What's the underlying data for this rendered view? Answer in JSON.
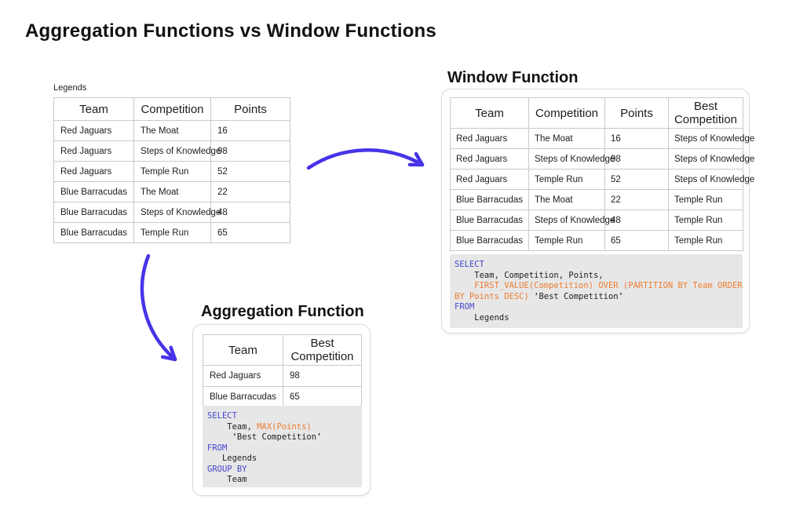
{
  "title": "Aggregation Functions vs Window Functions",
  "colors": {
    "arrow": "#4733e8",
    "sql_keyword": "#4646cf",
    "sql_function": "#ed7d31",
    "code_background": "#e7e7e7",
    "table_border": "#c9c9c9"
  },
  "legends_table": {
    "label": "Legends",
    "headers": [
      "Team",
      "Competition",
      "Points"
    ],
    "rows": [
      [
        "Red Jaguars",
        "The Moat",
        "16"
      ],
      [
        "Red Jaguars",
        "Steps of Knowledge",
        "98"
      ],
      [
        "Red Jaguars",
        "Temple Run",
        "52"
      ],
      [
        "Blue Barracudas",
        "The Moat",
        "22"
      ],
      [
        "Blue Barracudas",
        "Steps of Knowledge",
        "48"
      ],
      [
        "Blue Barracudas",
        "Temple Run",
        "65"
      ]
    ]
  },
  "window_function": {
    "heading": "Window Function",
    "headers": [
      "Team",
      "Competition",
      "Points",
      "Best Competition"
    ],
    "rows": [
      [
        "Red Jaguars",
        "The Moat",
        "16",
        "Steps of Knowledge"
      ],
      [
        "Red Jaguars",
        "Steps of Knowledge",
        "98",
        "Steps of Knowledge"
      ],
      [
        "Red Jaguars",
        "Temple Run",
        "52",
        "Steps of Knowledge"
      ],
      [
        "Blue Barracudas",
        "The Moat",
        "22",
        "Temple Run"
      ],
      [
        "Blue Barracudas",
        "Steps of Knowledge",
        "48",
        "Temple Run"
      ],
      [
        "Blue Barracudas",
        "Temple Run",
        "65",
        "Temple Run"
      ]
    ],
    "sql": [
      [
        [
          "kw",
          "SELECT"
        ]
      ],
      [
        [
          "pl",
          "    Team, Competition, Points,"
        ]
      ],
      [
        [
          "fn",
          "    FIRST_VALUE(Competition) OVER (PARTITION BY Team ORDER"
        ]
      ],
      [
        [
          "fn",
          "BY Points DESC)"
        ],
        [
          "pl",
          " ‘Best Competition’"
        ]
      ],
      [
        [
          "kw",
          "FROM"
        ]
      ],
      [
        [
          "pl",
          "    Legends"
        ]
      ]
    ]
  },
  "aggregation_function": {
    "heading": "Aggregation Function",
    "headers": [
      "Team",
      "Best Competition"
    ],
    "rows": [
      [
        "Red Jaguars",
        "98"
      ],
      [
        "Blue Barracudas",
        "65"
      ]
    ],
    "sql": [
      [
        [
          "kw",
          "SELECT"
        ]
      ],
      [
        [
          "pl",
          "    Team, "
        ],
        [
          "fn",
          "MAX(Points)"
        ]
      ],
      [
        [
          "pl",
          "     ‘Best Competition’"
        ]
      ],
      [
        [
          "kw",
          "FROM"
        ]
      ],
      [
        [
          "pl",
          "   Legends"
        ]
      ],
      [
        [
          "kw",
          "GROUP BY"
        ]
      ],
      [
        [
          "pl",
          "    Team"
        ]
      ]
    ]
  }
}
